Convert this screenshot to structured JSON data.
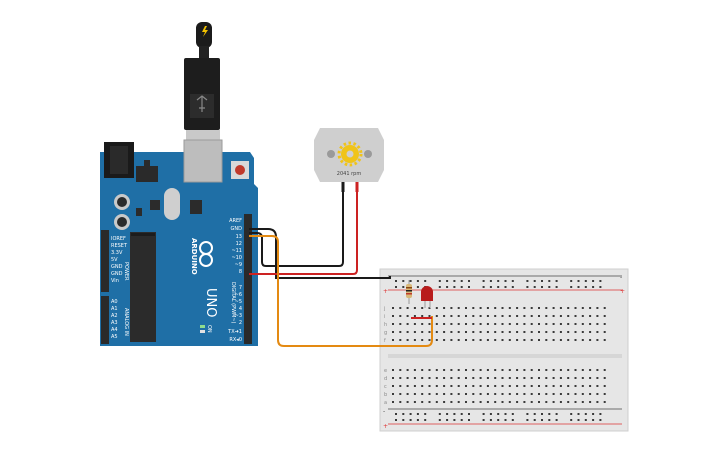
{
  "arduino": {
    "board_name": "UNO",
    "brand": "ARDUINO",
    "digital_header_label": "DIGITAL (PWM~)",
    "power_header_label": "POWER",
    "analog_header_label": "ANALOG IN",
    "on_label": "ON",
    "tx_label": "TX",
    "rx_label": "RX",
    "l_label": "L",
    "digital_pins": [
      "AREF",
      "GND",
      "13",
      "12",
      "~11",
      "~10",
      "~9",
      "8",
      "7",
      "~6",
      "~5",
      "4",
      "~3",
      "2",
      "TX➜1",
      "RX◂0"
    ],
    "power_pins": [
      "IOREF",
      "RESET",
      "3.3V",
      "5V",
      "GND",
      "GND",
      "Vin"
    ],
    "analog_pins": [
      "A0",
      "A1",
      "A2",
      "A3",
      "A4",
      "A5"
    ],
    "colors": {
      "board": "#1f6fa6",
      "header": "#2a2a2a",
      "chip": "#2b2b2b"
    }
  },
  "motor": {
    "speed_label": "2041 rpm",
    "icon": "gear-icon",
    "colors": {
      "body": "#cfcfcf",
      "gear": "#f0c419"
    }
  },
  "breadboard": {
    "rail_plus": "+",
    "rail_minus": "-",
    "row_letters_top": [
      "j",
      "i",
      "h",
      "g",
      "f"
    ],
    "row_letters_bottom": [
      "e",
      "d",
      "c",
      "b",
      "a"
    ],
    "colors": {
      "body": "#e6e6e6",
      "hole": "#3a3a3a",
      "rail_red": "#d33",
      "rail_dark": "#444"
    }
  },
  "usb": {
    "icon": "usb-plug-icon",
    "bolt_icon": "lightning-icon"
  },
  "wires": {
    "colors": {
      "black": "#1a1a1a",
      "red": "#cc2222",
      "orange": "#e48a12"
    }
  },
  "led": {
    "icon": "led-icon",
    "color": "#b81c1c"
  },
  "resistor": {
    "icon": "resistor-icon"
  }
}
